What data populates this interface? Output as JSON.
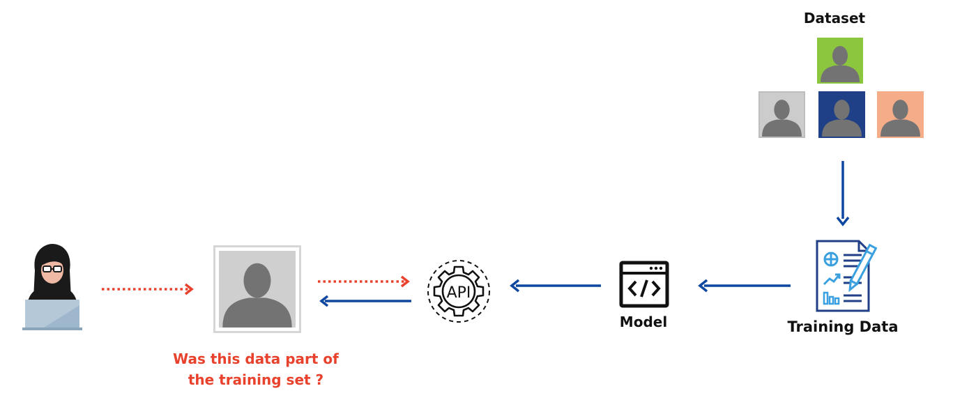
{
  "dataset": {
    "title": "Dataset",
    "thumbnails": [
      {
        "name": "green",
        "bg": "#8cc63f",
        "border": "#8cc63f"
      },
      {
        "name": "gray",
        "bg": "#cccccc",
        "border": "#bdbdbd"
      },
      {
        "name": "blue",
        "bg": "#1f3f86",
        "border": "#1f3f86"
      },
      {
        "name": "orange",
        "bg": "#f5ad89",
        "border": "#f5ad89"
      }
    ]
  },
  "training_data": {
    "label": "Training Data"
  },
  "model": {
    "label": "Model"
  },
  "api": {
    "label": "API"
  },
  "query": {
    "question_line1": "Was this data part of",
    "question_line2": "the training set ?"
  },
  "colors": {
    "blue_arrow": "#0d47a1",
    "red_arrow": "#e8412c",
    "silhouette": "#737373",
    "query_bg": "#cfcfcf"
  }
}
